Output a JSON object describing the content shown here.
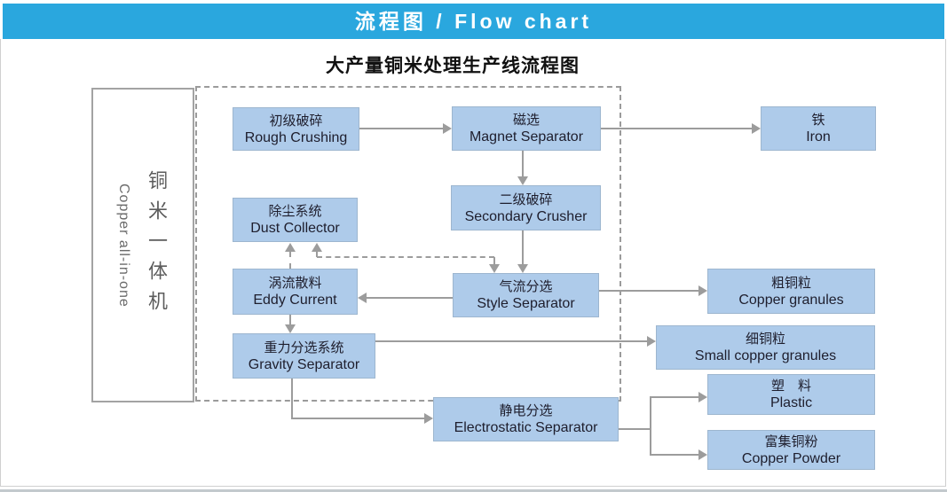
{
  "header": {
    "title": "流程图 / Flow chart"
  },
  "page": {
    "title": "大产量铜米处理生产线流程图"
  },
  "source_unit": {
    "zh": "铜米一体机",
    "en": "Copper all-in-one"
  },
  "nodes": {
    "rough_crushing": {
      "zh": "初级破碎",
      "en": "Rough Crushing"
    },
    "magnet_separator": {
      "zh": "磁选",
      "en": "Magnet Separator"
    },
    "iron": {
      "zh": "铁",
      "en": "Iron"
    },
    "secondary_crusher": {
      "zh": "二级破碎",
      "en": "Secondary Crusher"
    },
    "dust_collector": {
      "zh": "除尘系统",
      "en": "Dust Collector"
    },
    "eddy_current": {
      "zh": "涡流散料",
      "en": "Eddy Current"
    },
    "style_separator": {
      "zh": "气流分选",
      "en": "Style Separator"
    },
    "gravity_separator": {
      "zh": "重力分选系统",
      "en": "Gravity Separator"
    },
    "copper_granules": {
      "zh": "粗铜粒",
      "en": "Copper granules"
    },
    "small_copper_granules": {
      "zh": "细铜粒",
      "en": "Small copper granules"
    },
    "electrostatic_separator": {
      "zh": "静电分选",
      "en": "Electrostatic Separator"
    },
    "plastic": {
      "zh": "塑　料",
      "en": "Plastic"
    },
    "copper_powder": {
      "zh": "富集铜粉",
      "en": "Copper Powder"
    }
  },
  "colors": {
    "header_bg": "#2AA7DE",
    "node_fill": "#AECBEA",
    "node_border": "#9DB6CF",
    "connector": "#9C9C9C"
  }
}
